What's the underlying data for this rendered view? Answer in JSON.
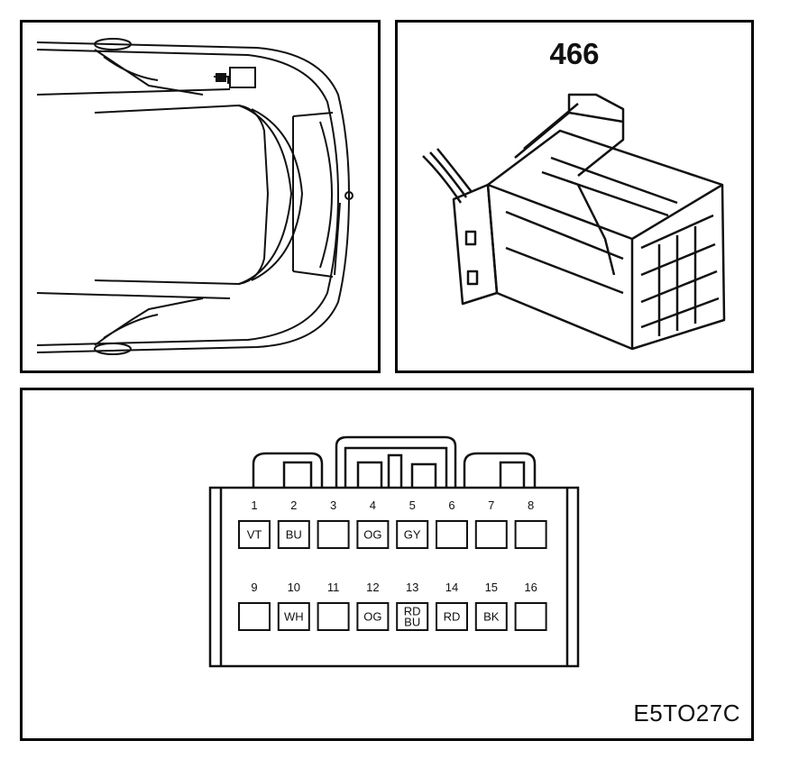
{
  "connector": {
    "number": "466"
  },
  "figure_code": "E5TO27C",
  "pins": [
    {
      "num": "1",
      "color": "VT"
    },
    {
      "num": "2",
      "color": "BU"
    },
    {
      "num": "3",
      "color": ""
    },
    {
      "num": "4",
      "color": "OG"
    },
    {
      "num": "5",
      "color": "GY"
    },
    {
      "num": "6",
      "color": ""
    },
    {
      "num": "7",
      "color": ""
    },
    {
      "num": "8",
      "color": ""
    },
    {
      "num": "9",
      "color": ""
    },
    {
      "num": "10",
      "color": "WH"
    },
    {
      "num": "11",
      "color": ""
    },
    {
      "num": "12",
      "color": "OG"
    },
    {
      "num": "13",
      "color": "RD\nBU"
    },
    {
      "num": "14",
      "color": "RD"
    },
    {
      "num": "15",
      "color": "BK"
    },
    {
      "num": "16",
      "color": ""
    }
  ]
}
